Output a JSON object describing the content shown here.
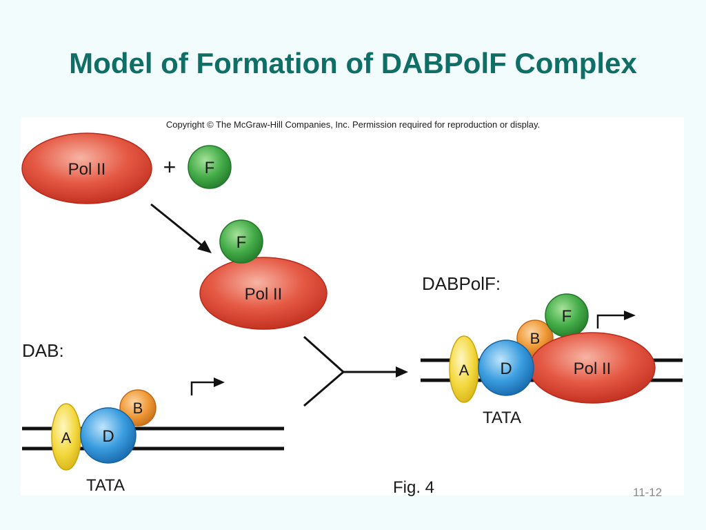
{
  "slide": {
    "title": "Model of Formation of DABPolF Complex",
    "slide_number": "11-12"
  },
  "figure": {
    "copyright": "Copyright © The McGraw-Hill Companies, Inc. Permission required for reproduction or display.",
    "plus_sign": "+",
    "pol_ii_label": "Pol II",
    "f_label": "F",
    "a_label": "A",
    "b_label": "B",
    "d_label": "D",
    "dab_heading": "DAB:",
    "dabpolf_heading": "DABPolF:",
    "tata_label": "TATA",
    "caption": "Fig. 4"
  },
  "colors": {
    "pol_ii": "#e2483a",
    "factor_f": "#3ca845",
    "factor_a": "#f2d73c",
    "factor_b": "#ee9a35",
    "factor_d": "#3496d8",
    "title": "#0f6e66"
  }
}
